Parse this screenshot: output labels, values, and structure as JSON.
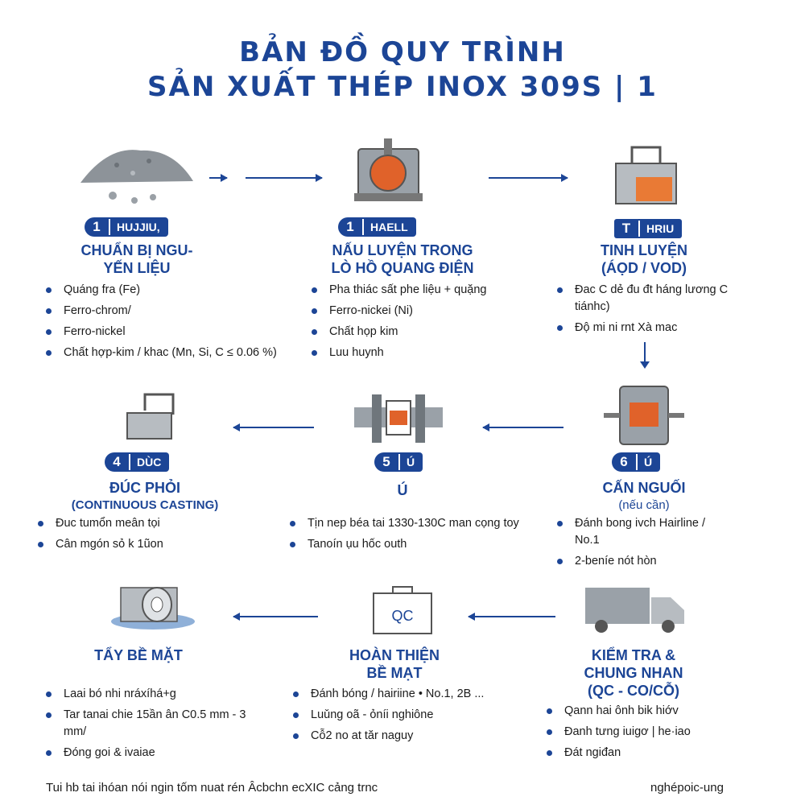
{
  "title": {
    "line1": "BẢN ĐỒ QUY TRÌNH",
    "line2": "SẢN XUẤT THÉP INOX 309S | 1"
  },
  "steps": [
    {
      "num": "1",
      "badge": "HUJJIU,",
      "title": "CHUẨN BỊ NGU-",
      "title2": "YẾN LIỆU",
      "bullets": [
        "Quáng fra (Fe)",
        "Ferro-chrom/",
        "Ferro-nickel",
        "Chất hợp-kim / khac (Mn, Si, C ≤ 0.06 %)"
      ]
    },
    {
      "num": "1",
      "badge": "HAELL",
      "title": "NẤU LUYỆN TRONG",
      "title2": "LÒ HỒ QUANG ĐIỆN",
      "bullets": [
        "Pha thiác sất phe liệu + quặng",
        "Ferro-nickei (Ni)",
        "Chất họp kim",
        "Luu huynh"
      ]
    },
    {
      "num": "T",
      "badge": "HRIU",
      "title": "TINH LUYỆN",
      "title2": "(ÁỌD / VOD)",
      "bullets": [
        "Đac C dẻ đu đt háng lương C tiánhc)",
        "Độ mi ni rnt Xà mac"
      ]
    },
    {
      "num": "4",
      "badge": "DÙC",
      "title": "ĐÚC PHỎI",
      "title2": "(CONTINUOUS CASTING)",
      "bullets": [
        "Đuc tumổn meân tọi",
        "Cân mgón sỏ k 1ũon"
      ]
    },
    {
      "num": "5",
      "badge": "Ú",
      "title": "Ú",
      "title2": "",
      "bullets": [
        "Tịn nep béa tai 1330-130C man cọng toy",
        "Tanoín ụu hốc outh"
      ]
    },
    {
      "num": "6",
      "badge": "Ú",
      "title": "CẤN NGUỐI",
      "title2": "(nếu cần)",
      "bullets": [
        "Đánh bong ivch Hairline / No.1",
        "2-beníe nót hòn"
      ]
    },
    {
      "title": "TẨY BỀ MẶT",
      "title2": "",
      "bullets": [
        "Laai bó nhi nráxíhá+g",
        "Tar tanai chie 15ần ân C0.5 mm - 3 mm/",
        "Đóng goi & ivaiae"
      ]
    },
    {
      "title": "HOÀN THIỆN",
      "title2": "BỀ MẠT",
      "bullets": [
        "Đánh bóng / hairiine • No.1, 2B ...",
        "Luǔng oã - ỏníi nghiône",
        "Cỗ2 no at tăr naguy"
      ]
    },
    {
      "title": "KIỂM TRA &",
      "title2": "CHUNG NHAN",
      "title3": "(QC - CO/CỖ)",
      "bullets": [
        "Qann hai ônh bik hiớv",
        "Đanh tưng iuigơ | he·iao",
        "Đát ngiđan"
      ]
    }
  ],
  "icons": {
    "qc_label": "QC"
  },
  "footer": {
    "left": "Tui hb tai ihóan nói ngin tốm nuat rén Âcbchn ecXIC  cảng trnc",
    "right": "nghépoic-ung"
  },
  "colors": {
    "primary": "#1c4596",
    "molten": "#e0622a"
  }
}
